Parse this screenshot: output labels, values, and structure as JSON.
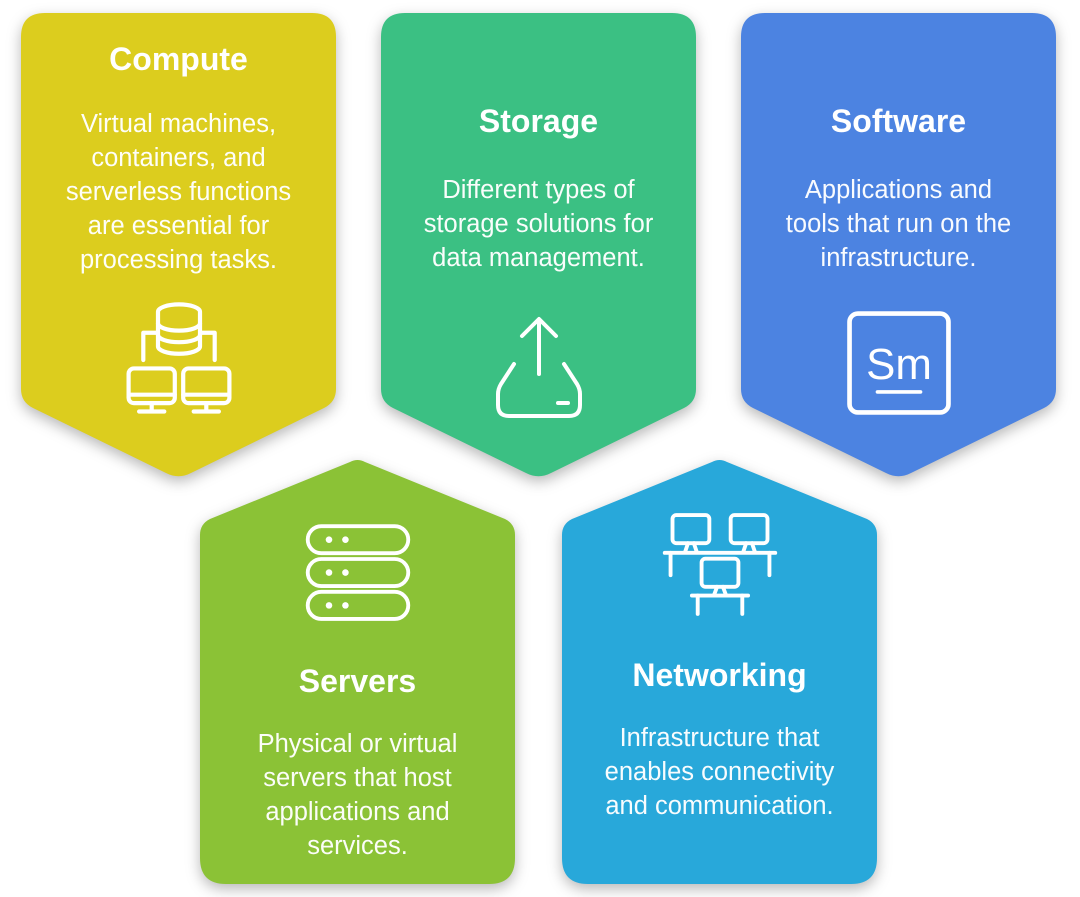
{
  "background_color": "#ffffff",
  "text_color": "#ffffff",
  "cards": [
    {
      "id": "compute",
      "title": "Compute",
      "body": "Virtual machines,\ncontainers, and\nserverless functions\nare essential for\nprocessing tasks.",
      "color": "#dccd1e",
      "icon": "database-network-icon"
    },
    {
      "id": "storage",
      "title": "Storage",
      "body": "Different types of\nstorage solutions for\ndata management.",
      "color": "#3bc083",
      "icon": "upload-drive-icon"
    },
    {
      "id": "software",
      "title": "Software",
      "body": "Applications and\ntools that run on the\ninfrastructure.",
      "color": "#4c83e1",
      "icon": "element-square-icon",
      "icon_text": "Sm"
    },
    {
      "id": "servers",
      "title": "Servers",
      "body": "Physical or virtual\nservers that host\napplications and\nservices.",
      "color": "#8bc236",
      "icon": "server-rack-icon"
    },
    {
      "id": "networking",
      "title": "Networking",
      "body": "Infrastructure that\nenables connectivity\nand communication.",
      "color": "#28a8da",
      "icon": "computer-network-icon"
    }
  ]
}
